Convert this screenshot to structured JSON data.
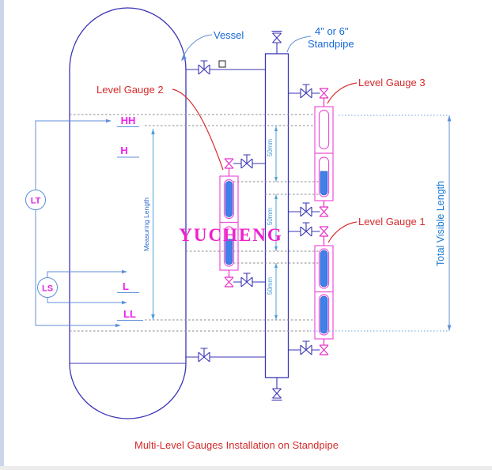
{
  "diagram": {
    "caption": "Multi-Level Gauges Installation on Standpipe",
    "watermark": "YUCHENG",
    "vessel_label": "Vessel",
    "standpipe_label_line1": "4\" or 6\"",
    "standpipe_label_line2": "Standpipe",
    "gauge_labels": {
      "g1": "Level Gauge 1",
      "g2": "Level Gauge 2",
      "g3": "Level Gauge 3"
    },
    "total_visible_length_label": "Total Visible Length",
    "measuring_length_label": "Measuring Length",
    "overlap_dim_label": "50mm",
    "levels": {
      "hh": "HH",
      "h": "H",
      "l": "L",
      "ll": "LL"
    },
    "instruments": {
      "lt": "LT",
      "ls": "LS"
    },
    "colors": {
      "piping_navy": "#3a35b5",
      "instrument_lightblue": "#5f8fd8",
      "label_blue": "#1668d8",
      "label_red": "#d42a2a",
      "level_magenta": "#ee22ee",
      "gauge_magenta": "#ee50d8",
      "indicator_blue": "#4080e8",
      "dashed_gray": "#8a8a8a",
      "watermark_magenta": "#ee22cc"
    }
  }
}
